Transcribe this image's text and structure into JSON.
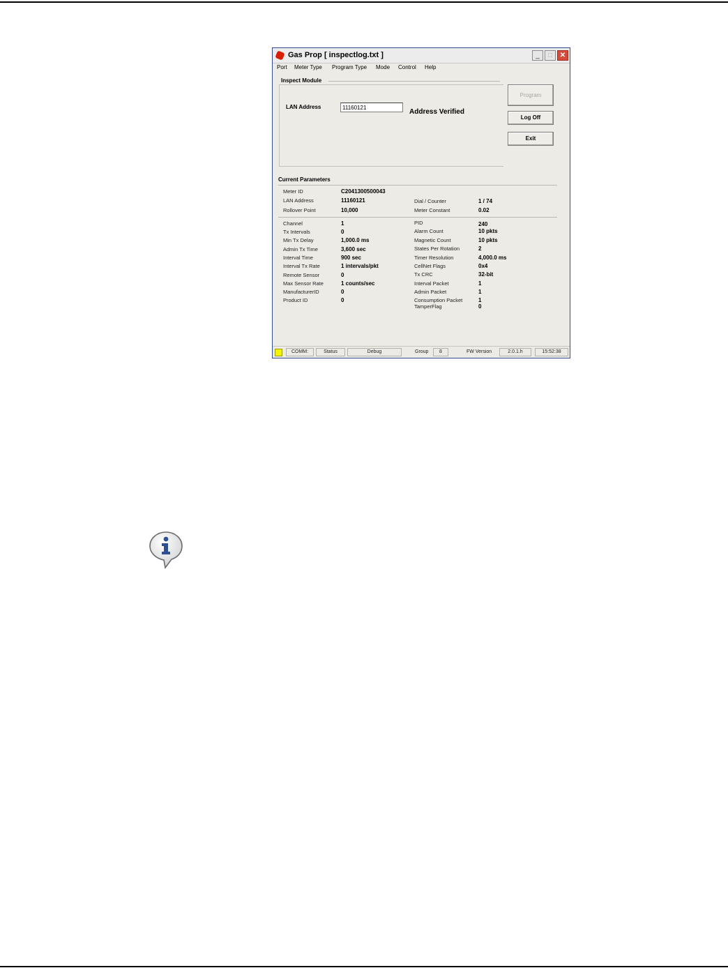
{
  "window": {
    "title": "Gas Prop  [ inspectlog.txt ]",
    "buttons": {
      "minimize": "_",
      "maximize": "□",
      "close": "✕"
    }
  },
  "menu": [
    "Port",
    "Meter Type",
    "Program Type",
    "Mode",
    "Control",
    "Help"
  ],
  "inspect": {
    "heading": "Inspect Module",
    "lan_label": "LAN Address",
    "lan_value": "11160121",
    "status": "Address Verified"
  },
  "buttons": {
    "program": "Program",
    "logoff": "Log Off",
    "exit": "Exit"
  },
  "params": {
    "heading": "Current Parameters",
    "top": [
      {
        "name": "Meter ID",
        "value": "C2041300500043"
      },
      {
        "name": "LAN Address",
        "value": "11160121"
      },
      {
        "name": "Rollover Point",
        "value": "10,000"
      }
    ],
    "top_right": [
      {
        "name": "Dial / Counter",
        "value": "1 / 74"
      },
      {
        "name": "Meter Constant",
        "value": "0.02"
      }
    ],
    "left": [
      {
        "name": "Channel",
        "value": "1"
      },
      {
        "name": "Tx Intervals",
        "value": "0"
      },
      {
        "name": "Min Tx Delay",
        "value": "1,000.0 ms"
      },
      {
        "name": "Admin Tx Time",
        "value": "3,600 sec"
      },
      {
        "name": "Interval Time",
        "value": "900 sec"
      },
      {
        "name": "Interval Tx Rate",
        "value": "1 intervals/pkt"
      },
      {
        "name": "Remote Sensor",
        "value": "0"
      },
      {
        "name": "Max Sensor Rate",
        "value": "1 counts/sec"
      },
      {
        "name": "ManufacturerID",
        "value": "0"
      },
      {
        "name": "Product ID",
        "value": "0"
      }
    ],
    "right": [
      {
        "name": "PID",
        "value": "240"
      },
      {
        "name": "Alarm Count",
        "value": "10 pkts"
      },
      {
        "name": "Magnetic Count",
        "value": "10 pkts"
      },
      {
        "name": "States Per Rotation",
        "value": "2"
      },
      {
        "name": "Timer Resolution",
        "value": "4,000.0 ms"
      },
      {
        "name": "CellNet Flags",
        "value": "0x4"
      },
      {
        "name": "Tx CRC",
        "value": "32-bit"
      },
      {
        "name": "Interval Packet",
        "value": "1"
      },
      {
        "name": "Admin Packet",
        "value": "1"
      },
      {
        "name": "Consumption Packet",
        "value": "1"
      },
      {
        "name": "TamperFlag",
        "value": "0"
      }
    ]
  },
  "statusbar": {
    "comm": "COMM:",
    "status": "Status",
    "debug": "Debug",
    "group_label": "Group",
    "group_value": "8",
    "fw_label": "FW Version",
    "fw_value": "2.0.1.h",
    "time": "15:52:38"
  },
  "colors": {
    "window_bg": "#ecebe5",
    "status_led": "#f5f500",
    "close_button": "#d64a3a"
  },
  "icon": "info-speech-bubble-icon"
}
